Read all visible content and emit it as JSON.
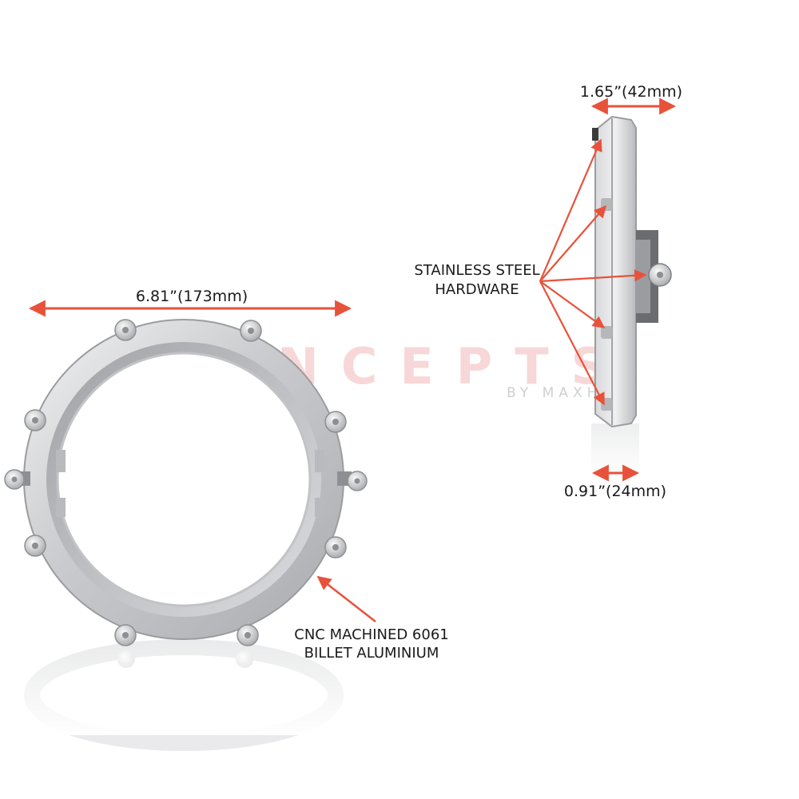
{
  "watermark": {
    "brand": "CONCEPTS",
    "tagline": "BY MAXHNC"
  },
  "dimensions": {
    "diameter": "6.81”(173mm)",
    "depth_total": "1.65”(42mm)",
    "depth_flange": "0.91”(24mm)"
  },
  "callouts": {
    "hardware_line1": "STAINLESS STEEL",
    "hardware_line2": "HARDWARE",
    "material_line1": "CNC MACHINED 6061",
    "material_line2": "BILLET ALUMINIUM"
  },
  "colors": {
    "arrow": "#e8523a",
    "aluminium_light": "#e6e6e8",
    "aluminium_dark": "#9c9ea2",
    "watermark": "#f4c9c9"
  }
}
